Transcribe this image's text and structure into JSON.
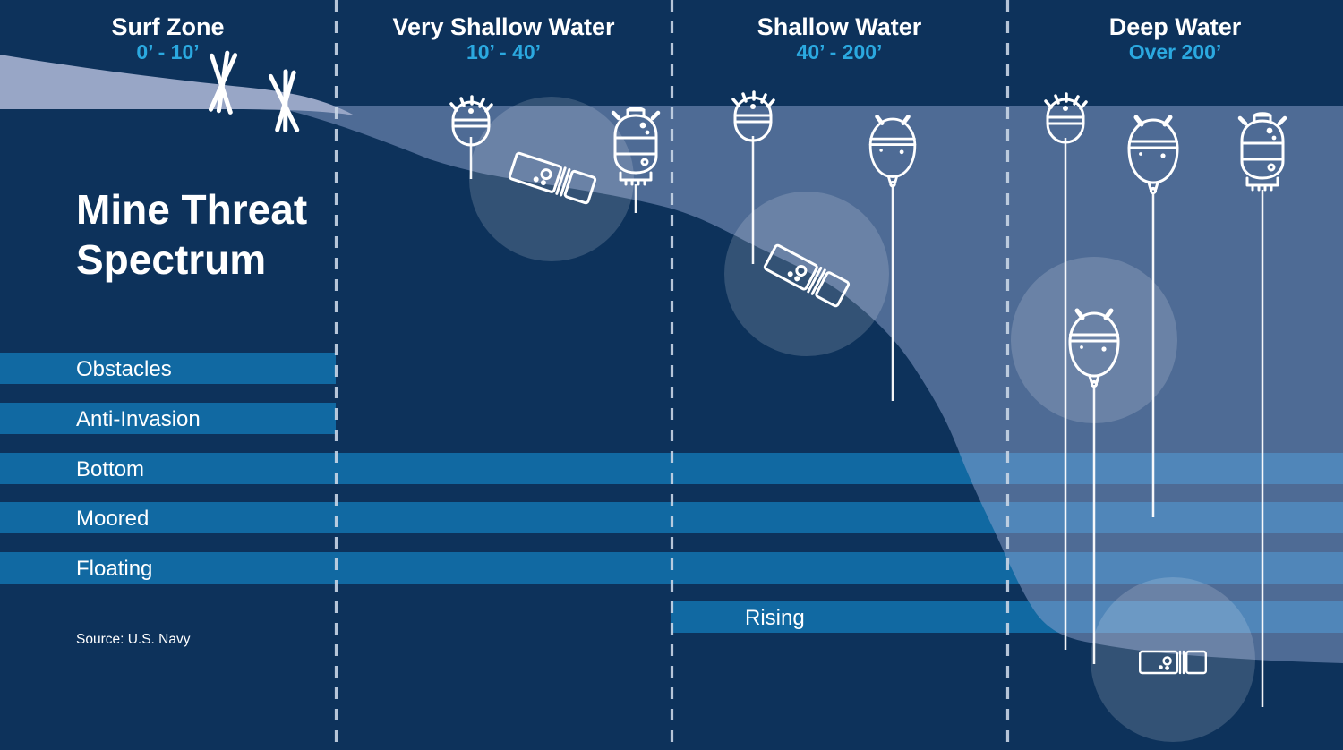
{
  "title": {
    "line1": "Mine Threat",
    "line2": "Spectrum"
  },
  "source": "Source: U.S. Navy",
  "zones": [
    {
      "label": "Surf Zone",
      "range": "0’ - 10’"
    },
    {
      "label": "Very Shallow Water",
      "range": "10’ - 40’"
    },
    {
      "label": "Shallow Water",
      "range": "40’ - 200’"
    },
    {
      "label": "Deep Water",
      "range": "Over 200’"
    }
  ],
  "mine_rows": [
    {
      "label": "Obstacles",
      "span_zones": [
        "Surf Zone"
      ]
    },
    {
      "label": "Anti-Invasion",
      "span_zones": [
        "Surf Zone"
      ]
    },
    {
      "label": "Bottom",
      "span_zones": [
        "Surf Zone",
        "Very Shallow Water",
        "Shallow Water",
        "Deep Water"
      ]
    },
    {
      "label": "Moored",
      "span_zones": [
        "Surf Zone",
        "Very Shallow Water",
        "Shallow Water",
        "Deep Water"
      ]
    },
    {
      "label": "Floating",
      "span_zones": [
        "Surf Zone",
        "Very Shallow Water",
        "Shallow Water",
        "Deep Water"
      ]
    },
    {
      "label": "Rising",
      "span_zones": [
        "Shallow Water",
        "Deep Water"
      ]
    }
  ],
  "icons": {
    "obstacle": "crossed-stakes",
    "floating_mine": "horned-sphere-buoy",
    "moored_mine": "horned-egg-mine",
    "barrel_mine": "banded-barrel-mine",
    "bottom_mine": "tilted-cylinder-mine",
    "rising_mine": "horizontal-cylinder-mine"
  },
  "colors": {
    "background": "#0d325b",
    "bar": "#1169a2",
    "accent": "#2ba9e0",
    "beach": "#98a6c6",
    "water_overlay": "rgba(143,163,208,0.5)",
    "white": "#ffffff"
  }
}
